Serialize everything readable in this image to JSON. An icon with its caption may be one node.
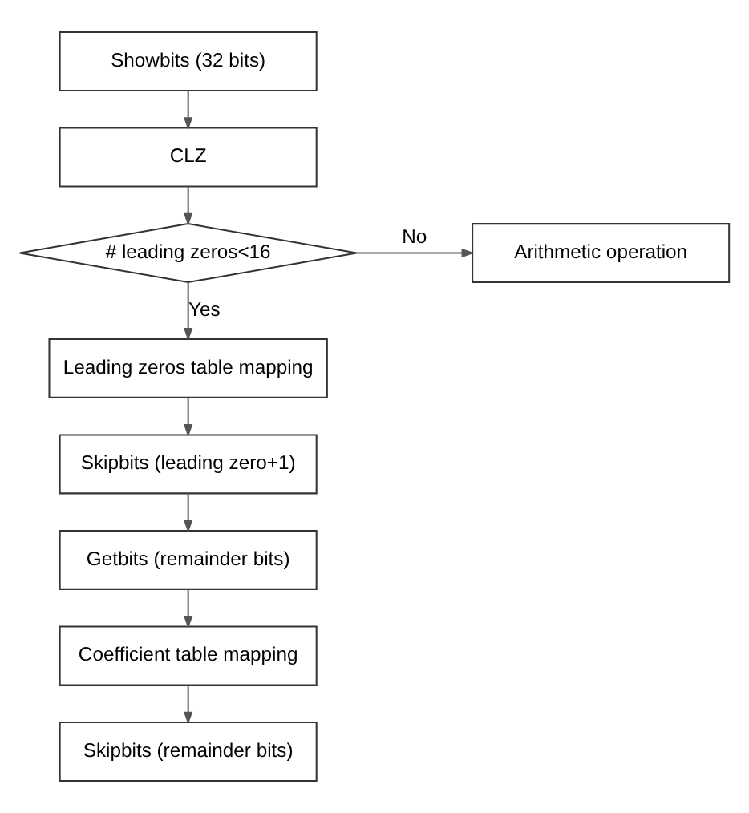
{
  "diagram": {
    "nodes": [
      {
        "text": [
          "Showbits (32 bits)"
        ]
      },
      {
        "text": [
          "CLZ"
        ]
      },
      {
        "text": [
          "# leading zeros<16"
        ]
      },
      {
        "text": [
          "Arithmetic operation"
        ]
      },
      {
        "text": [
          "Leading zeros table mapping"
        ]
      },
      {
        "text": [
          "Skipbits (leading zero+1)"
        ]
      },
      {
        "text": [
          "Getbits (remainder bits)"
        ]
      },
      {
        "text": [
          "Coefficient table mapping"
        ]
      },
      {
        "text": [
          "Skipbits (remainder bits)"
        ]
      }
    ],
    "edges": [
      {
        "from": 0,
        "to": 1,
        "arrow": "to"
      },
      {
        "from": 1,
        "to": 2,
        "arrow": "to"
      },
      {
        "from": 2,
        "to": 3,
        "arrow": "to",
        "label": "No"
      },
      {
        "from": 2,
        "to": 4,
        "arrow": "to",
        "label": "Yes"
      },
      {
        "from": 4,
        "to": 5,
        "arrow": "to"
      },
      {
        "from": 5,
        "to": 6,
        "arrow": "to"
      },
      {
        "from": 6,
        "to": 7,
        "arrow": "to"
      },
      {
        "from": 7,
        "to": 8,
        "arrow": "to"
      }
    ]
  }
}
